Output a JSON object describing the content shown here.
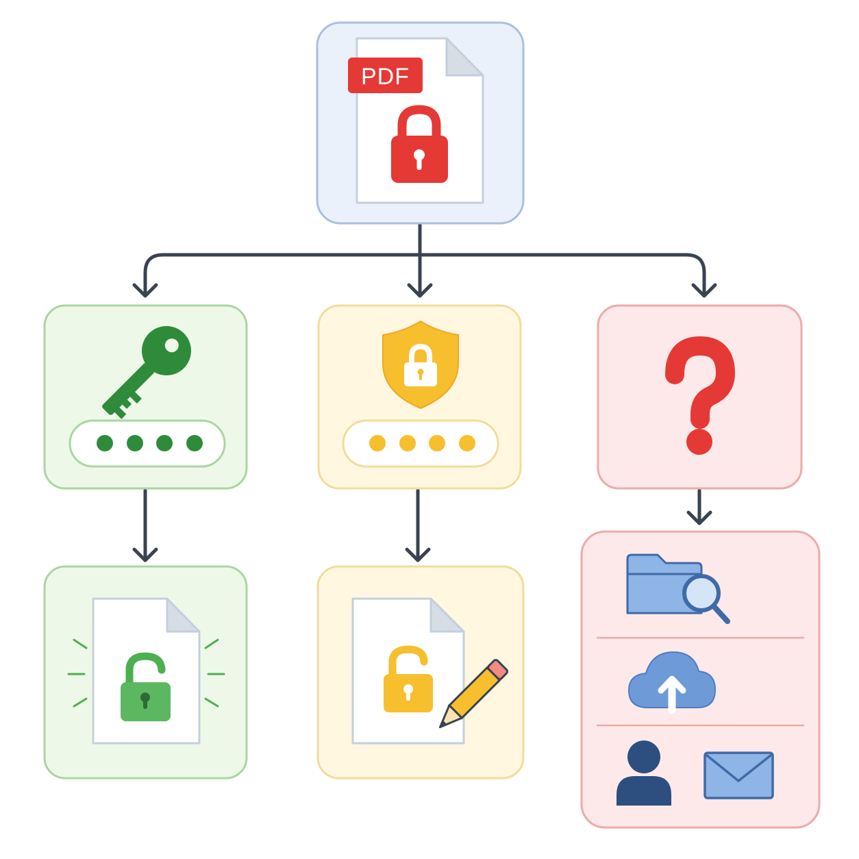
{
  "top_node": {
    "badge": "PDF",
    "icon": "locked-pdf-icon",
    "colors": {
      "fill": "#eaf1fb",
      "border": "#a9bfe0",
      "accent": "#e53935"
    }
  },
  "branches": [
    {
      "id": "user-password",
      "icon": "key-icon",
      "field": "password-dots-field",
      "dot_count": 4,
      "colors": {
        "fill": "#eef8e9",
        "border": "#a9d6a0",
        "accent": "#2e8b3a"
      },
      "result": {
        "icon": "unlocked-pdf-icon"
      }
    },
    {
      "id": "owner-password",
      "icon": "shield-lock-icon",
      "field": "password-dots-field",
      "dot_count": 4,
      "colors": {
        "fill": "#fff7e0",
        "border": "#f2dc9a",
        "accent": "#f7be2e"
      },
      "result": {
        "icon": "editable-pdf-icon"
      }
    },
    {
      "id": "unknown-password",
      "icon": "question-mark-icon",
      "colors": {
        "fill": "#fde9e9",
        "border": "#eeaaaa",
        "accent": "#e53935"
      },
      "result": {
        "icons": [
          "folder-search-icon",
          "cloud-upload-icon",
          "person-icon",
          "mail-icon"
        ]
      }
    }
  ],
  "connector_color": "#3a4350"
}
